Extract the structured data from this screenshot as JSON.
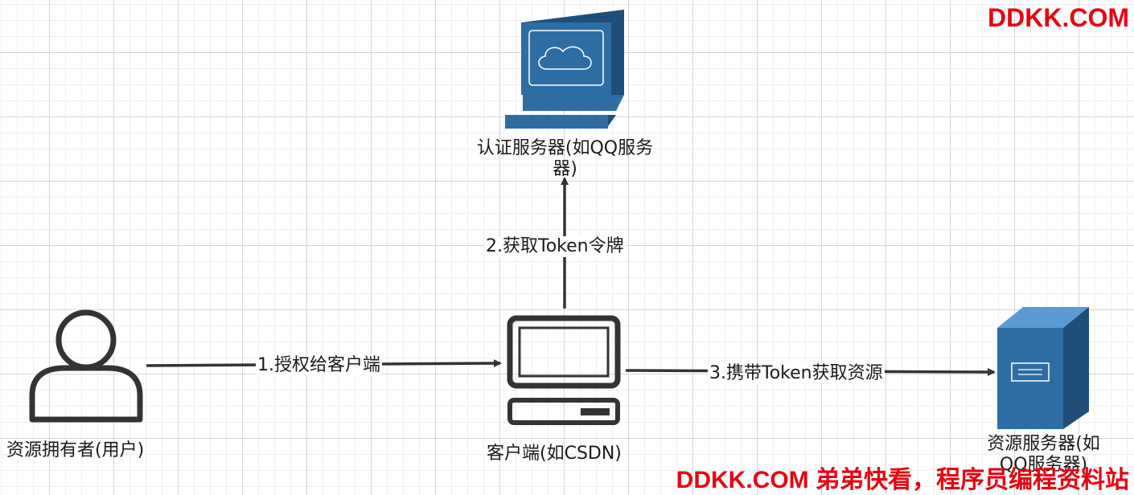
{
  "nodes": {
    "auth_server": {
      "label": "认证服务器(如QQ服务器)"
    },
    "resource_owner": {
      "label": "资源拥有者(用户)"
    },
    "client": {
      "label": "客户端(如CSDN)"
    },
    "resource_server": {
      "label": "资源服务器(如QQ服务器)"
    }
  },
  "edges": {
    "authorize": {
      "label": "1.授权给客户端"
    },
    "get_token": {
      "label": "2.获取Token令牌"
    },
    "get_resource": {
      "label": "3.携带Token获取资源"
    }
  },
  "watermark": {
    "top": "DDKK.COM",
    "bottom": "DDKK.COM 弟弟快看，程序员编程资料站"
  },
  "colors": {
    "server_blue": "#2e6da4",
    "server_dark": "#1f4e79",
    "icon_dark": "#333333",
    "watermark_red": "#e60012"
  }
}
